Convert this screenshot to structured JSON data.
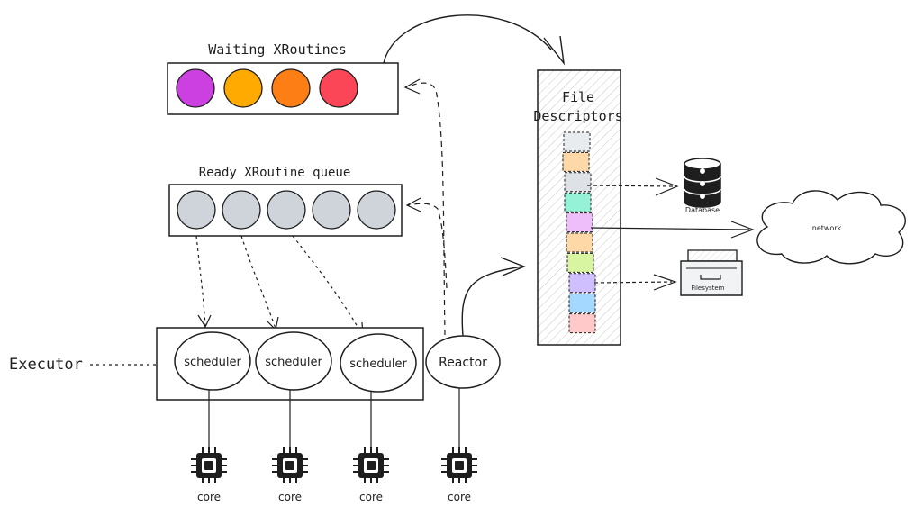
{
  "waiting": {
    "title": "Waiting XRoutines",
    "colors": [
      "#cc3fe0",
      "#ffaa00",
      "#fd7e14",
      "#fa4656"
    ]
  },
  "ready": {
    "title": "Ready XRoutine queue",
    "color": "#ced4da",
    "count": 5
  },
  "executor": {
    "label": "Executor",
    "schedulers": [
      "scheduler",
      "scheduler",
      "scheduler"
    ]
  },
  "reactor": {
    "label": "Reactor"
  },
  "cores": [
    "core",
    "core",
    "core",
    "core"
  ],
  "fd": {
    "title_line1": "File",
    "title_line2": "Descriptors",
    "slot_colors": [
      "#e9ecef",
      "#ffd8a8",
      "#dee2e6",
      "#96f2d7",
      "#eebefa",
      "#ffd8a8",
      "#d8f5a2",
      "#d0bfff",
      "#a5d8ff",
      "#ffc9c9"
    ]
  },
  "targets": {
    "database": "Database",
    "network": "network",
    "filesystem": "Filesystem"
  }
}
